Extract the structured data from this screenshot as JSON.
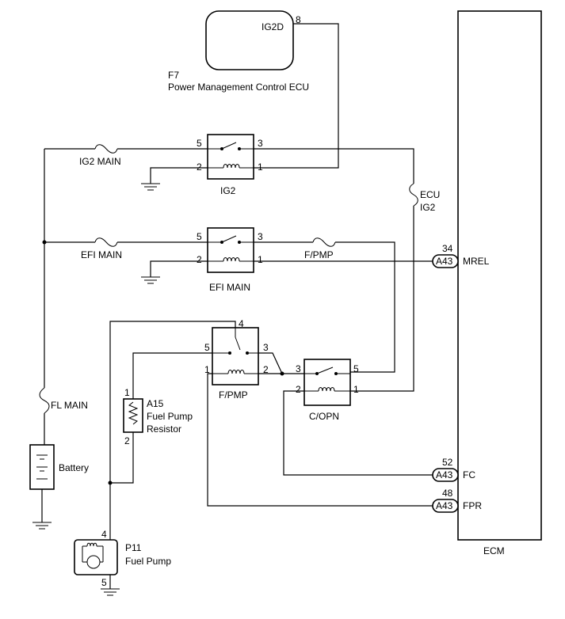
{
  "ecu": {
    "pin": "8",
    "terminal": "IG2D",
    "code": "F7",
    "name": "Power Management Control ECU"
  },
  "relays": {
    "ig2": {
      "name": "IG2",
      "pin5": "5",
      "pin3": "3",
      "pin2": "2",
      "pin1": "1"
    },
    "efi": {
      "name": "EFI MAIN",
      "pin5": "5",
      "pin3": "3",
      "pin2": "2",
      "pin1": "1"
    },
    "fpmp": {
      "name": "F/PMP",
      "pin4": "4",
      "pin5": "5",
      "pin3": "3",
      "pin1": "1",
      "pin2": "2"
    },
    "copn": {
      "name": "C/OPN",
      "pin3": "3",
      "pin5": "5",
      "pin2": "2",
      "pin1": "1"
    }
  },
  "fuses": {
    "ig2_main": "IG2 MAIN",
    "efi_main": "EFI MAIN",
    "fpmp": "F/PMP",
    "ecu_ig2_line1": "ECU",
    "ecu_ig2_line2": "IG2",
    "fl_main": "FL MAIN"
  },
  "battery": {
    "label": "Battery"
  },
  "resistor": {
    "pin1": "1",
    "pin2": "2",
    "code": "A15",
    "name_line1": "Fuel Pump",
    "name_line2": "Resistor"
  },
  "pump": {
    "pin_top": "4",
    "pin_bottom": "5",
    "code": "P11",
    "name": "Fuel Pump"
  },
  "ecm": {
    "label": "ECM",
    "connectors": [
      {
        "pin": "34",
        "connector": "A43",
        "signal": "MREL"
      },
      {
        "pin": "52",
        "connector": "A43",
        "signal": "FC"
      },
      {
        "pin": "48",
        "connector": "A43",
        "signal": "FPR"
      }
    ]
  }
}
